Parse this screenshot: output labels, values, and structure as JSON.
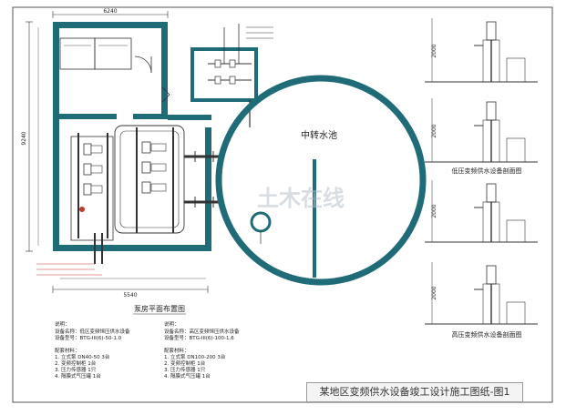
{
  "title": "某地区变频供水设备竣工设计施工图纸-图1",
  "plan": {
    "title": "泵房平面布置图",
    "pool_label": "中转水池",
    "dims": {
      "top": "6240",
      "left": "9240",
      "bottom": "5540"
    }
  },
  "watermark": "土木在线",
  "elevations": [
    {
      "dim": "2000",
      "title": ""
    },
    {
      "dim": "2000",
      "title": "低压变频供水设备剖面图"
    },
    {
      "dim": "2000",
      "title": ""
    },
    {
      "dim": "2000",
      "title": "高压变频供水设备剖面图"
    }
  ],
  "notes_left": {
    "header": "说明：",
    "lines": [
      "设备名称：低区变频恒压供水设备",
      "设备型号：BTG-III(6)-50-1.0",
      "",
      "配套材料：",
      "1. 立式泵 DN40-50  3台",
      "2. 变频控制柜  1台",
      "3. 压力传感器  1只",
      "4. 隔膜式气压罐 1台"
    ]
  },
  "notes_right": {
    "header": "说明：",
    "lines": [
      "设备名称：高区变频恒压供水设备",
      "设备型号：BTG-III(6)-100-1.6",
      "",
      "配套材料：",
      "1. 立式泵 DN100-200  3台",
      "2. 变频控制柜  1台",
      "3. 压力传感器  1只",
      "4. 隔膜式气压罐 1台"
    ]
  },
  "colors": {
    "wall": "#1f6b78",
    "line": "#333333",
    "cad_red": "#c0392b"
  }
}
